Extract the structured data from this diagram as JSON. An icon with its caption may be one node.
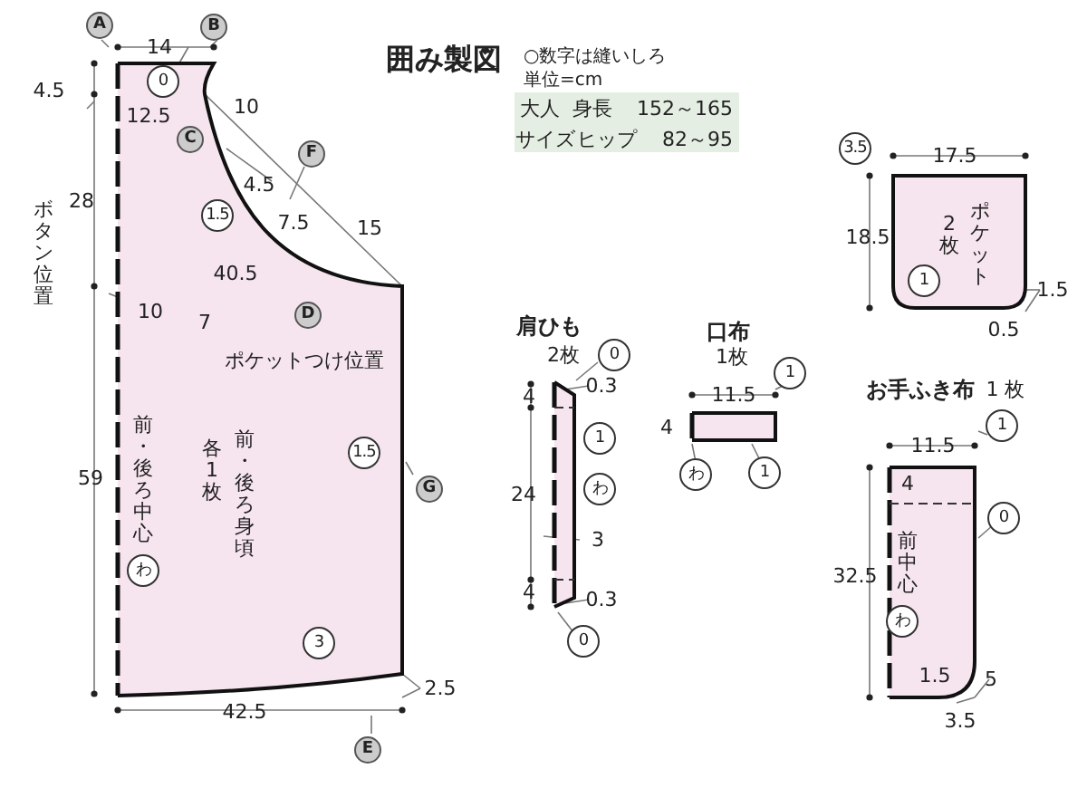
{
  "diagram": {
    "title": "囲み製図",
    "nodes": [
      {
        "text": [
          "前・後ろ中心",
          "各1枚",
          "前・後ろ身頃"
        ]
      },
      {
        "text": [
          "2枚",
          "ポケット"
        ]
      },
      {
        "text": [
          "肩ひも",
          "2枚"
        ]
      },
      {
        "text": [
          "口布",
          "1枚"
        ]
      },
      {
        "text": [
          "お手ふき布",
          "1 枚",
          "前中心"
        ]
      }
    ],
    "labels": [
      "○数字は縫いしろ",
      "単位=cm",
      "大人",
      "身長",
      "152～165",
      "サイズ",
      "ヒップ",
      "82～95",
      "A",
      "14",
      "B",
      "4.5",
      "0",
      "12.5",
      "C",
      "10",
      "F",
      "28",
      "4.5",
      "1.5",
      "7.5",
      "15",
      "ボタン位置",
      "40.5",
      "10",
      "7",
      "D",
      "ポケットつけ位置",
      "59",
      "わ",
      "1.5",
      "G",
      "3",
      "2.5",
      "42.5",
      "E",
      "3.5",
      "17.5",
      "18.5",
      "1",
      "1.5",
      "0.5",
      "0",
      "0.3",
      "4",
      "1",
      "24",
      "わ",
      "3",
      "4",
      "0.3",
      "0",
      "11.5",
      "1",
      "4",
      "わ",
      "1",
      "11.5",
      "1",
      "4",
      "0",
      "32.5",
      "わ",
      "1.5",
      "5",
      "3.5"
    ]
  }
}
